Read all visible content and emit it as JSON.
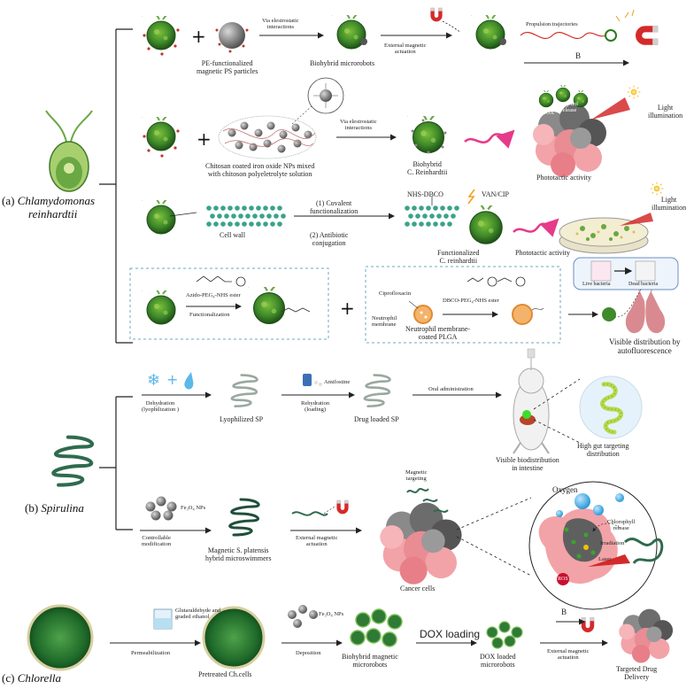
{
  "sections": {
    "a": {
      "letter": "(a)",
      "name_line1": "Chlamydomonas",
      "name_line2": "reinhardtii"
    },
    "b": {
      "letter": "(b)",
      "name": "Spirulina"
    },
    "c": {
      "letter": "(c)",
      "name": "Chlorella"
    }
  },
  "row1": {
    "pe_particles": "PE-functionalized\nmagnetic PS particles",
    "arrow1": "Via elestrostatic\ninteractions",
    "biohybrid": "Biohybrid microrobots",
    "arrow2": "External magnetic\nactuation",
    "trajectories": "Propulsion trajectories",
    "b_field": "B"
  },
  "row2": {
    "chitosan": "Chitosan coated iron oxide NPs mixed\nwith chitoson polyeletrolyte solution",
    "arrow": "Via elestrostatic\ninteractions",
    "biohybrid": "Biohybrid\nC. Reinhardtii",
    "dox": "DOX",
    "targeted": "targeted\nrelease",
    "light": "Light\nillumination",
    "phototactic": "Phototactic activity"
  },
  "row3": {
    "cell_wall": "Cell wall",
    "step1": "(1) Covalent\nfunctionalization",
    "step2": "(2) Antibiotic\nconjugation",
    "nhs": "NHS-DBCO",
    "van": "VAN/CIP",
    "functionalized": "Functionalized\nC. reinhardtii",
    "phototactic": "Phototactic activity",
    "light": "Light\nillumination"
  },
  "row4": {
    "azido": "Azido-PEG₄-NHS ester",
    "functionalization": "Functionalization",
    "ciprofloxacin": "Ciprofloxacin",
    "neutrophil_membrane": "Neutrophil\nmembrane",
    "dbco": "DBCO-PEG₄-NHS ester",
    "plga": "Neutrophil membrane-\ncoated PLGA",
    "live": "Live bacteria",
    "dead": "Dead bacteria",
    "visible": "Visible distribution by\nautofluorescence"
  },
  "spirulina_top": {
    "dehydration": "Dehydration\n(lyophilization )",
    "lyophilized": "Lyophilized SP",
    "amifostine": "Amifostine",
    "rehydration": "Rehydration\n(loading)",
    "drug_loaded": "Drug loaded SP",
    "oral": "Oral administration",
    "biodistribution": "Visible biodistribution\nin intestine",
    "gut": "High gut targeting\ndistribution"
  },
  "spirulina_bottom": {
    "fe3o4": "Fe₃O₄ NPs",
    "controllable": "Controllable\nmodification",
    "magnetic_sp": "Magnetic S. platensis\nhybrid microswimmers",
    "external": "External magnetic\nactuation",
    "magnetic_targeting": "Magnetic\ntargeting",
    "cancer": "Cancer cells",
    "oxygen": "Oxygen",
    "chlorophyll": "Chlorophyll\nrelease",
    "irradiation": "Irradiation",
    "laser": "Laser",
    "ros": "ROS"
  },
  "chlorella": {
    "glutaraldehyde": "Glutaraldehyde and\ngraded ethanol",
    "permeabilization": "Permeabilization",
    "pretreated": "Pretreated Ch.cells",
    "fe3o4": "Fe₃O₄ NPs",
    "deposition": "Deposition",
    "biohybrid": "Biohybrid magnetic\nmicrorobots",
    "dox_loading": "DOX loading",
    "dox_loaded": "DOX loaded\nmicrorobots",
    "external": "External magnetic\nactuation",
    "b_field": "B",
    "targeted": "Targeted Drug\nDelivery"
  },
  "colors": {
    "algae_green": "#3f8a2a",
    "algae_dark": "#245f1a",
    "spiral_green": "#2f6b4e",
    "tumor_pink": "#f2a3a8",
    "tumor_grey": "#707070",
    "magnet_red": "#d42a2a",
    "arrow_pink": "#e63a8a",
    "dash_box": "#6aa8c0"
  }
}
